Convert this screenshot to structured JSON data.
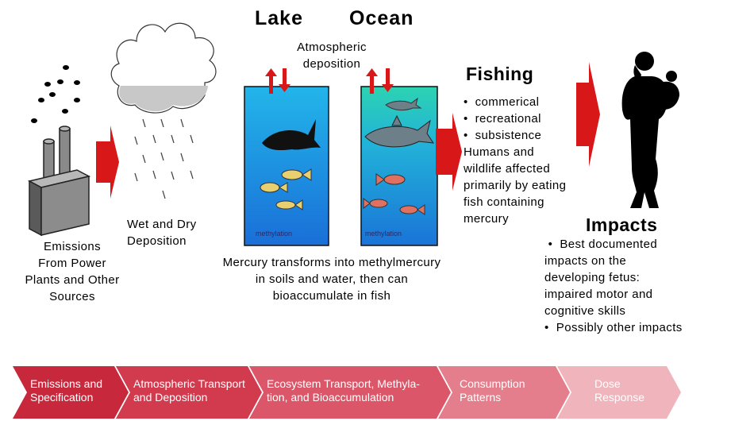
{
  "header": {
    "lake": "Lake",
    "ocean": "Ocean"
  },
  "atmospheric": {
    "line1": "Atmospheric",
    "line2": "deposition"
  },
  "emissions": {
    "lines": [
      "Emissions",
      "From Power",
      "Plants and Other",
      "Sources"
    ]
  },
  "deposition": {
    "lines": [
      "Wet and Dry",
      "Deposition"
    ]
  },
  "tank_label": "methylation",
  "transform": {
    "lines": [
      "Mercury transforms into methylmercury",
      "in soils and water, then can",
      "bioaccumulate in fish"
    ]
  },
  "fishing": {
    "title": "Fishing",
    "bullets": [
      "commerical",
      "recreational",
      "subsistence"
    ],
    "lines": [
      "Humans and",
      "wildlife affected",
      "primarily by eating",
      "fish containing",
      "mercury"
    ]
  },
  "impacts": {
    "title": "Impacts",
    "bullet1": [
      "Best documented",
      "impacts on the",
      "developing fetus:",
      "impaired motor and",
      "cognitive skills"
    ],
    "bullet2": "Possibly other impacts"
  },
  "steps": [
    [
      "Emissions and",
      "Specification"
    ],
    [
      "Atmospheric Transport",
      "and Deposition"
    ],
    [
      "Ecosystem Transport, Methyla-",
      "tion, and Bioaccumulation"
    ],
    [
      "Consumption",
      "Patterns"
    ],
    [
      "Dose",
      "Response"
    ]
  ],
  "colors": {
    "arrow_red": "#d81818",
    "chevrons": [
      "#c8283c",
      "#d23a4e",
      "#db5668",
      "#e47e8c",
      "#f0b4bc"
    ],
    "lake_top": "#29b5e8",
    "ocean_top": "#2fd0b8"
  }
}
